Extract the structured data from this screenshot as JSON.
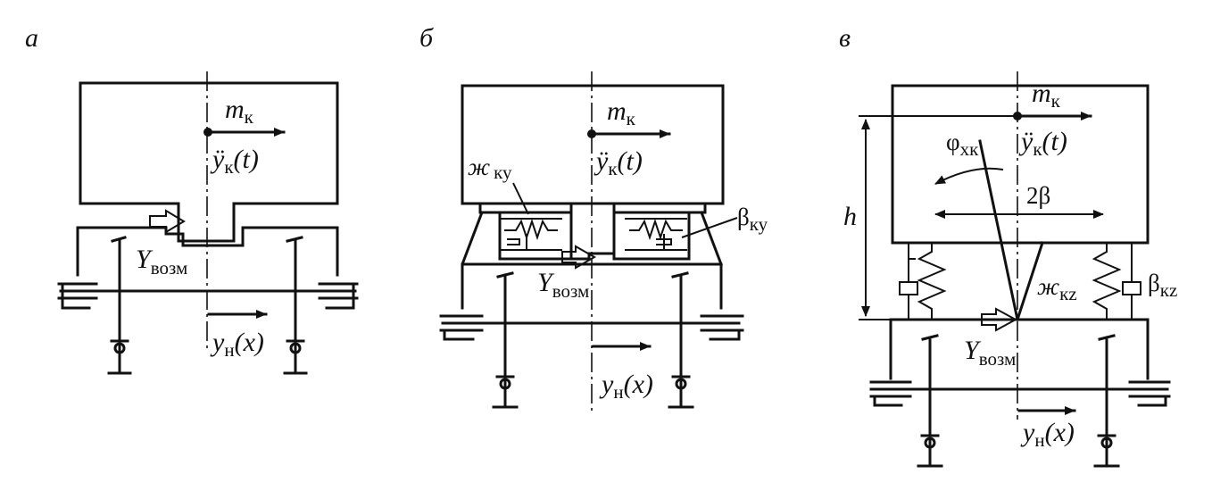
{
  "panels": [
    {
      "letter": "а",
      "mass_label": "m",
      "mass_sub": "к",
      "accel_label": "ÿ",
      "accel_sub": "к",
      "accel_arg": "(t)",
      "force_label": "Y",
      "force_sub": "возм",
      "track_label": "y",
      "track_sub": "н",
      "track_arg": "(x)"
    },
    {
      "letter": "б",
      "mass_label": "m",
      "mass_sub": "к",
      "accel_label": "ÿ",
      "accel_sub": "к",
      "accel_arg": "(t)",
      "force_label": "Y",
      "force_sub": "возм",
      "track_label": "y",
      "track_sub": "н",
      "track_arg": "(x)",
      "spring_label": "ж",
      "spring_sub": "ку",
      "damper_label": "β",
      "damper_sub": "ку"
    },
    {
      "letter": "в",
      "mass_label": "m",
      "mass_sub": "к",
      "accel_label": "ÿ",
      "accel_sub": "к",
      "accel_arg": "(t)",
      "force_label": "Y",
      "force_sub": "возм",
      "track_label": "y",
      "track_sub": "н",
      "track_arg": "(x)",
      "spring_label": "ж",
      "spring_sub": "кz",
      "damper_label": "β",
      "damper_sub": "кz",
      "angle_label": "φ",
      "angle_sub": "xк",
      "height_label": "h",
      "base_label": "2β"
    }
  ]
}
